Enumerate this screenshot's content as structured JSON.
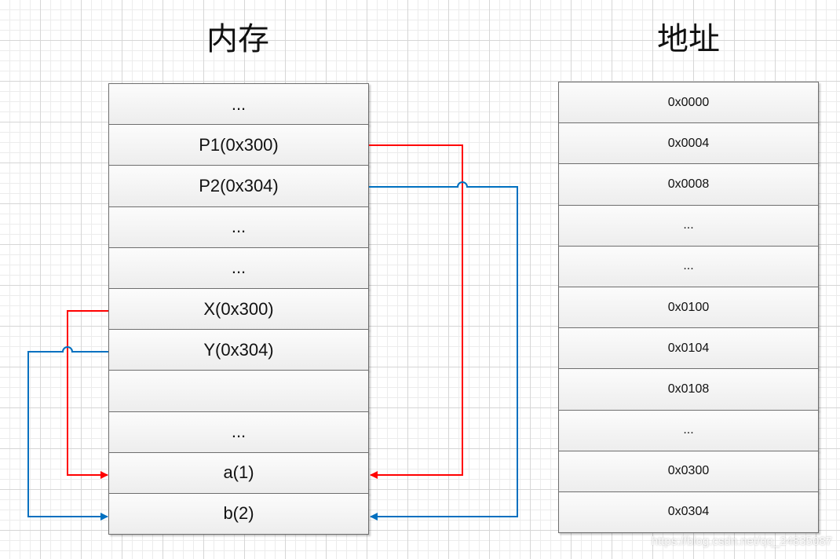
{
  "headings": {
    "memory": "内存",
    "address": "地址"
  },
  "memory_cells": [
    "...",
    "P1(0x300)",
    "P2(0x304)",
    "...",
    "...",
    "X(0x300)",
    "Y(0x304)",
    "",
    "...",
    "a(1)",
    "b(2)"
  ],
  "address_cells": [
    "0x0000",
    "0x0004",
    "0x0008",
    "...",
    "...",
    "0x0100",
    "0x0104",
    "0x0108",
    "...",
    "0x0300",
    "0x0304"
  ],
  "colors": {
    "pointer_red": "#ff0000",
    "pointer_blue": "#0070c0"
  },
  "watermark": "https://blog.csdn.net/qq_24835087"
}
